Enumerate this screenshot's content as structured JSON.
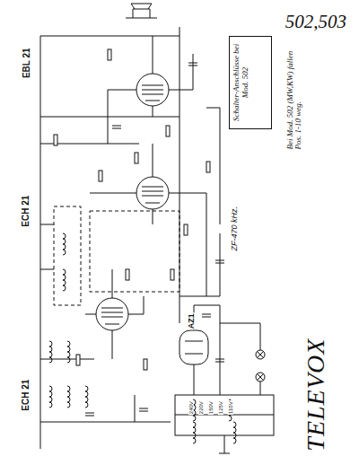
{
  "diagram": {
    "title": "502,503",
    "nodes": [
      {
        "text": [
          "Schalter-Anschlüsse bei Mod. 502"
        ]
      }
    ],
    "labels": [
      "EBL 21",
      "ECH 21",
      "ECH 21",
      "AZ1",
      "ZF-470 kHz.",
      "Bei Mod. 502 (MW,KW) fallen Pos. 1-10 weg.",
      "TELEVOX",
      "240V",
      "220V",
      "150V",
      "125V",
      "110V"
    ]
  }
}
